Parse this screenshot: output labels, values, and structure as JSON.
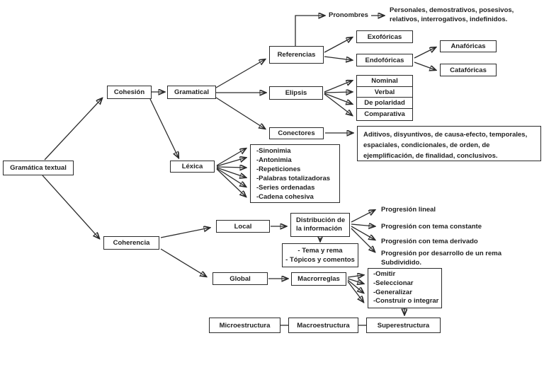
{
  "title": "Gramática textual concept map",
  "colors": {
    "background": "#ffffff",
    "line": "#2b2b2b",
    "box_border": "#2b2b2b",
    "text": "#1f1f1f"
  },
  "nodes": {
    "gramatica_textual": "Gramática textual",
    "cohesion": "Cohesión",
    "gramatical": "Gramatical",
    "referencias": "Referencias",
    "pronombres": "Pronombres",
    "pronombres_detail": "Personales, demostrativos, posesivos, relativos, interrogativos, indefinidos.",
    "exoforicas": "Exofóricas",
    "endoforicas": "Endofóricas",
    "anaforicas": "Anafóricas",
    "cataforicas": "Catafóricas",
    "elipsis": "Elipsis",
    "elipsis_types": [
      "Nominal",
      "Verbal",
      "De polaridad",
      "Comparativa"
    ],
    "conectores": "Conectores",
    "conectores_detail": "Aditivos, disyuntivos, de causa-efecto, temporales, espaciales, condicionales, de orden, de ejemplificación, de finalidad, conclusivos.",
    "lexica": "Léxica",
    "lexica_items": [
      "-Sinonimia",
      "-Antonimia",
      "-Repeticiones",
      "-Palabras totalizadoras",
      "-Series ordenadas",
      "-Cadena cohesiva"
    ],
    "coherencia": "Coherencia",
    "local": "Local",
    "distribucion_line1": "Distribución de",
    "distribucion_line2": "la información",
    "tema_rema_items": [
      "- Tema y rema",
      "- Tópicos y comentos"
    ],
    "progresion_items": [
      "Progresión lineal",
      "Progresión con tema constante",
      "Progresión con tema derivado",
      "Progresión por desarrollo de un rema Subdividido."
    ],
    "global": "Global",
    "macrorreglas": "Macrorreglas",
    "macrorreglas_items": [
      "-Omitir",
      "-Seleccionar",
      "-Generalizar",
      "-Construir o integrar"
    ],
    "microestructura": "Microestructura",
    "macroestructura": "Macroestructura",
    "superestructura": "Superestructura"
  }
}
